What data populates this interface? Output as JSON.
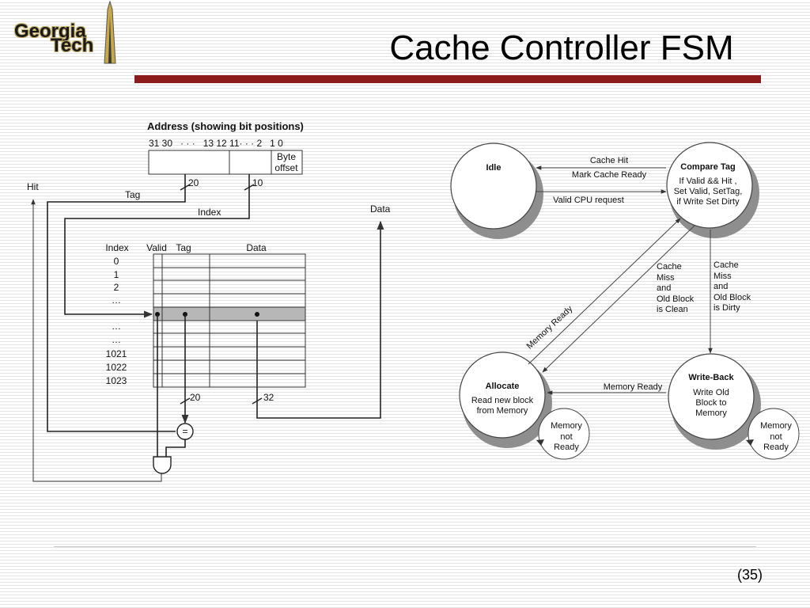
{
  "slide": {
    "title": "Cache Controller FSM",
    "page_number": "(35)",
    "logo_line1": "Georgia",
    "logo_line2": "Tech"
  },
  "cache_diagram": {
    "address_title": "Address (showing bit positions)",
    "bit_positions": "31 30   · · ·   13 12 11· · · 2   1 0",
    "byte_offset_line1": "Byte",
    "byte_offset_line2": "offset",
    "hit_label": "Hit",
    "tag_label": "Tag",
    "index_label": "Index",
    "data_label": "Data",
    "width_tag": "20",
    "width_index": "10",
    "width_tag_out": "20",
    "width_data_out": "32",
    "col_index": "Index",
    "col_valid": "Valid",
    "col_tag": "Tag",
    "col_data": "Data",
    "rows": [
      "0",
      "1",
      "2",
      "…",
      "…",
      "…",
      "1021",
      "1022",
      "1023"
    ],
    "comparator_symbol": "="
  },
  "fsm": {
    "states": {
      "idle": {
        "name": "Idle"
      },
      "compare": {
        "name": "Compare Tag",
        "lines": [
          "If Valid && Hit ,",
          "Set Valid, SetTag,",
          "if Write Set Dirty"
        ]
      },
      "allocate": {
        "name": "Allocate",
        "lines": [
          "Read new block",
          "from Memory"
        ]
      },
      "writeback": {
        "name": "Write-Back",
        "lines": [
          "Write Old",
          "Block to",
          "Memory"
        ]
      }
    },
    "transitions": {
      "compare_to_idle_1": "Cache Hit",
      "compare_to_idle_2": "Mark Cache Ready",
      "idle_to_compare": "Valid CPU request",
      "miss_clean": [
        "Cache",
        "Miss",
        "and",
        "Old Block",
        "is Clean"
      ],
      "miss_dirty": [
        "Cache",
        "Miss",
        "and",
        "Old Block",
        "is Dirty"
      ],
      "memory_ready_diag": "Memory Ready",
      "memory_ready_wb": "Memory Ready",
      "alloc_self": [
        "Memory",
        "not",
        "Ready"
      ],
      "wb_self": [
        "Memory",
        "not",
        "Ready"
      ]
    }
  }
}
